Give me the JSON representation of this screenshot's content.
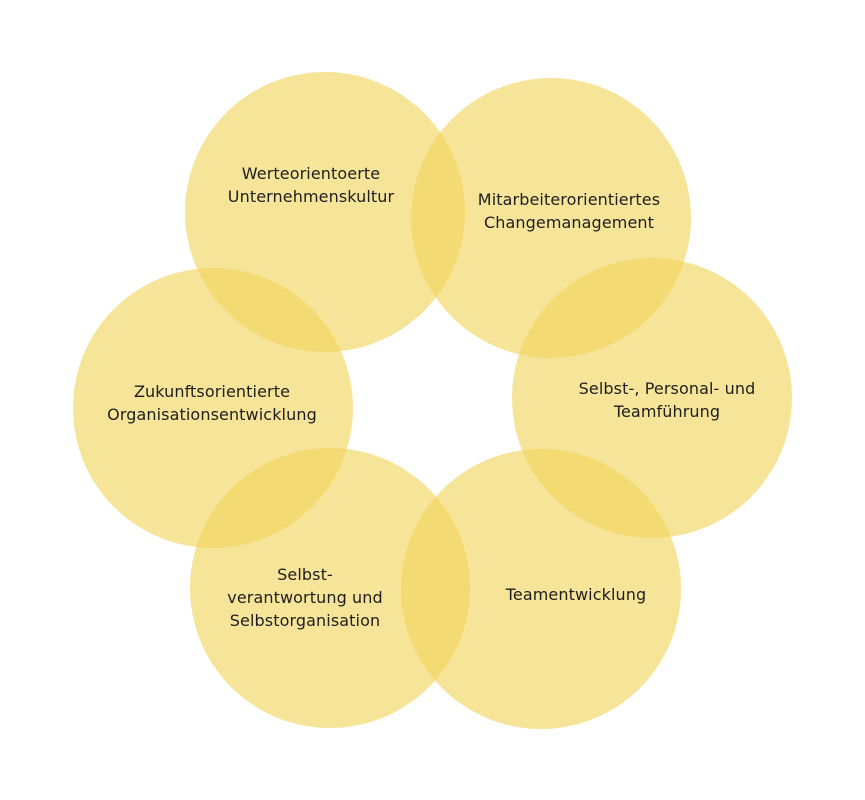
{
  "colors": {
    "background": "#ffffff",
    "circle_fill": "#f0d45a",
    "text": "#1e1e1e"
  },
  "diagram": {
    "type": "overlapping-circles-ring",
    "nodes": [
      {
        "id": "n1",
        "label": "Werteorientoerte\nUnternehmenskultur"
      },
      {
        "id": "n2",
        "label": "Mitarbeiterorientiertes\nChangemanagement"
      },
      {
        "id": "n3",
        "label": "Selbst-, Personal- und\nTeamführung"
      },
      {
        "id": "n4",
        "label": "Teamentwicklung"
      },
      {
        "id": "n5",
        "label": "Selbst-\nverantwortung und\nSelbstorganisation"
      },
      {
        "id": "n6",
        "label": "Zukunftsorientierte\nOrganisationsentwicklung"
      }
    ]
  }
}
